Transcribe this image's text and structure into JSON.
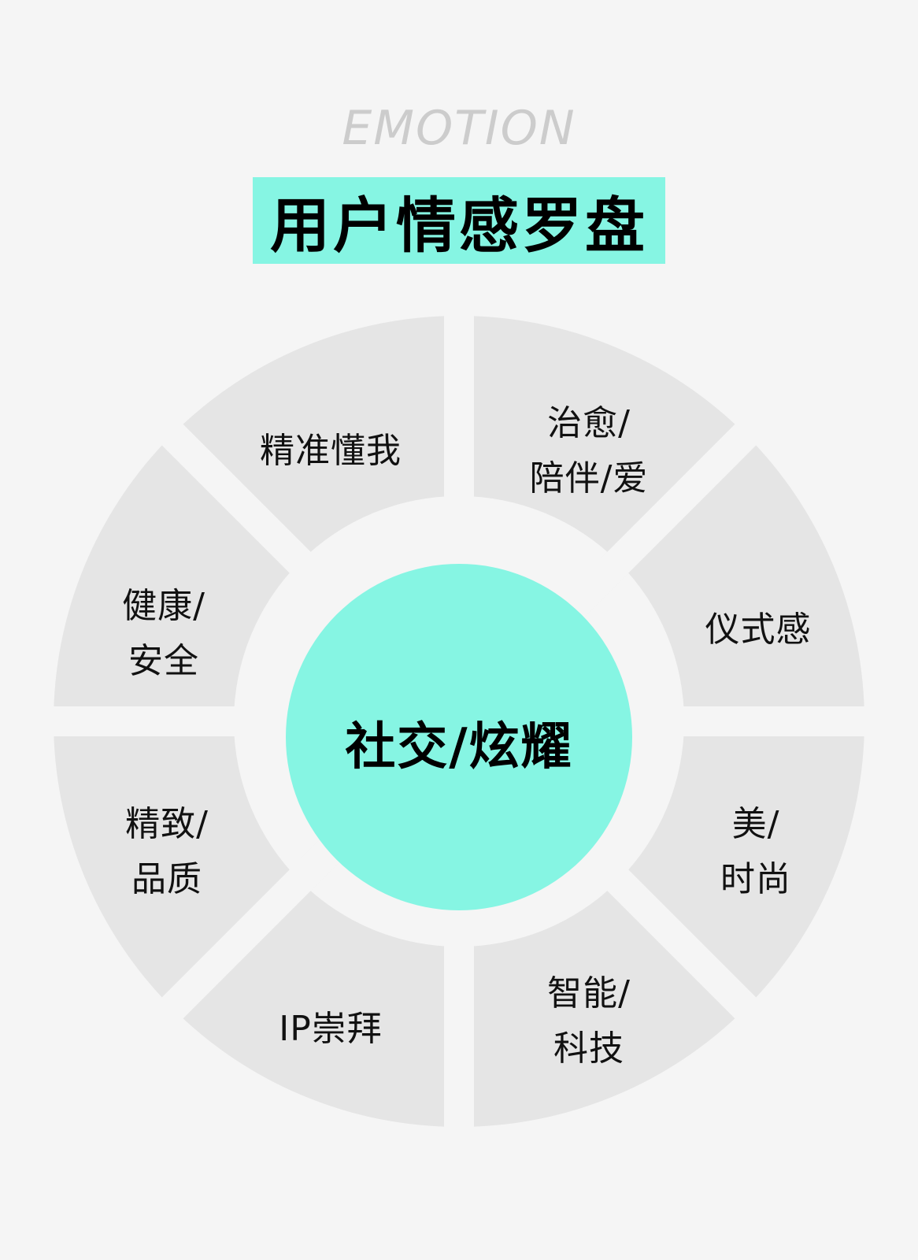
{
  "header": {
    "eyebrow": "EMOTION",
    "title": "用户情感罗盘"
  },
  "compass": {
    "center": "社交/炫耀",
    "segments": [
      {
        "label": "精准懂我"
      },
      {
        "label": "治愈/\n陪伴/爱"
      },
      {
        "label": "仪式感"
      },
      {
        "label": "美/\n时尚"
      },
      {
        "label": "智能/\n科技"
      },
      {
        "label": "IP崇拜"
      },
      {
        "label": "精致/\n品质"
      },
      {
        "label": "健康/\n安全"
      }
    ]
  },
  "colors": {
    "background": "#f5f5f5",
    "segment": "#e5e5e5",
    "accent": "#86f5e3",
    "eyebrow": "#cccccc"
  }
}
